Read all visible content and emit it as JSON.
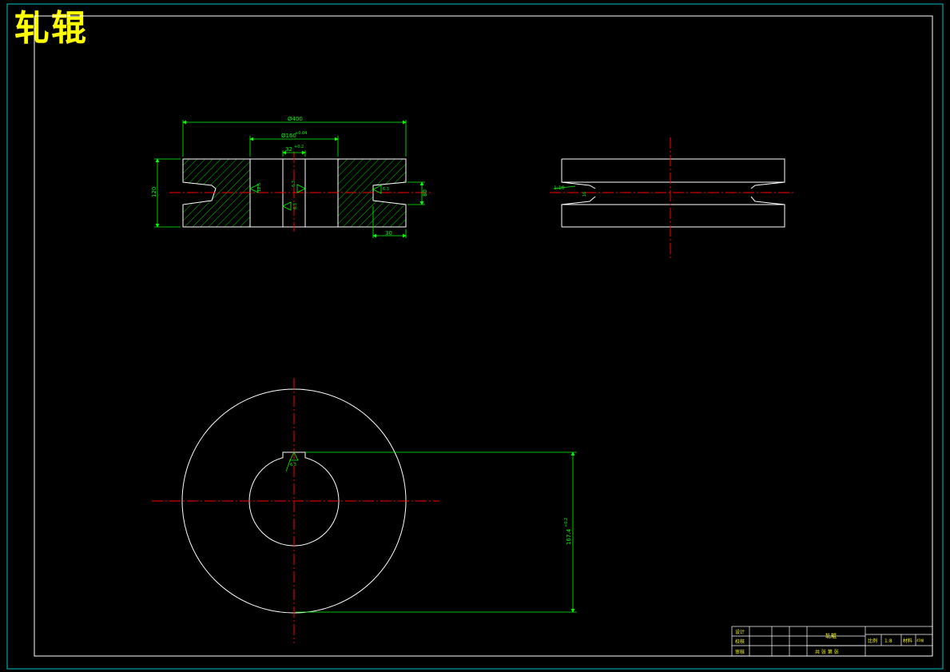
{
  "drawing": {
    "title": "轧辊"
  },
  "front_view": {
    "dim_overall_dia": "Ø400",
    "dim_bore_dia": "Ø160",
    "dim_bore_tol": "+0.04",
    "dim_keyway": "32",
    "dim_keyway_tol": "+0.2",
    "dim_height": "120",
    "dim_groove_width": "80",
    "dim_groove_depth": "30",
    "rough_1": "12.5",
    "rough_2": "6.3",
    "rough_3": "6.3",
    "rough_4": "6.3"
  },
  "side_view": {
    "dim_taper": "1:10",
    "dim_small": "16"
  },
  "top_view": {
    "dim_key_depth": "167.4",
    "dim_key_tol": "+0.2",
    "rough_key": "6.3"
  },
  "title_block": {
    "designer_label": "设计",
    "checker_label": "校核",
    "approver_label": "审核",
    "part_name": "轧辊",
    "scale_label": "比例",
    "scale_value": "1:8",
    "material_label": "材料",
    "material_value": "45钢",
    "sheet_text": "共 张 第 张"
  },
  "colors": {
    "border": "#00c8c8",
    "outline": "#ffffff",
    "dimension": "#00ff00",
    "centerline": "#ff0000",
    "title": "#ffff00"
  }
}
